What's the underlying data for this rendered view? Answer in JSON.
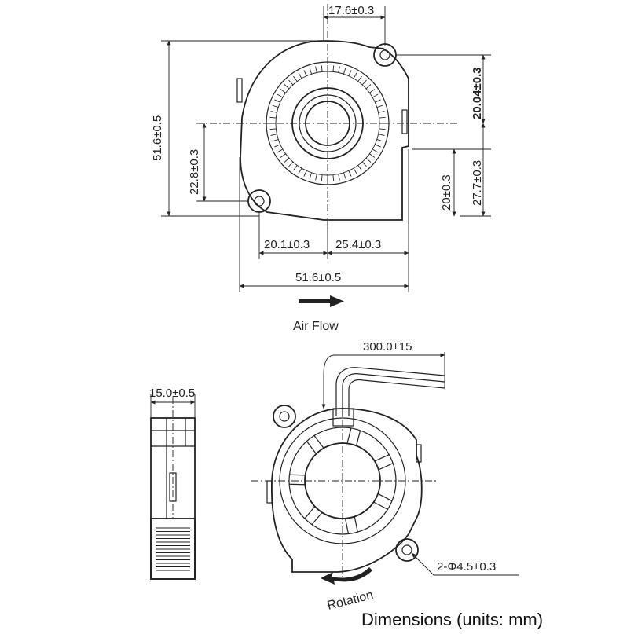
{
  "top_view": {
    "dim_width_top": "17.6±0.3",
    "dim_height_left": "51.6±0.5",
    "dim_inner_left": "22.8±0.3",
    "dim_right_upper": "20.04±0.3",
    "dim_right_lower": "27.7±0.3",
    "dim_right_inner": "20±0.3",
    "dim_bottom_left": "20.1±0.3",
    "dim_bottom_right": "25.4±0.3",
    "dim_bottom_total": "51.6±0.5",
    "airflow_label": "Air Flow"
  },
  "side_view": {
    "dim_thickness": "15.0±0.5"
  },
  "front_view": {
    "dim_cable": "300.0±15",
    "dim_holes": "2-Φ4.5±0.3",
    "rotation_label": "Rotation"
  },
  "caption": "Dimensions (units: mm)"
}
